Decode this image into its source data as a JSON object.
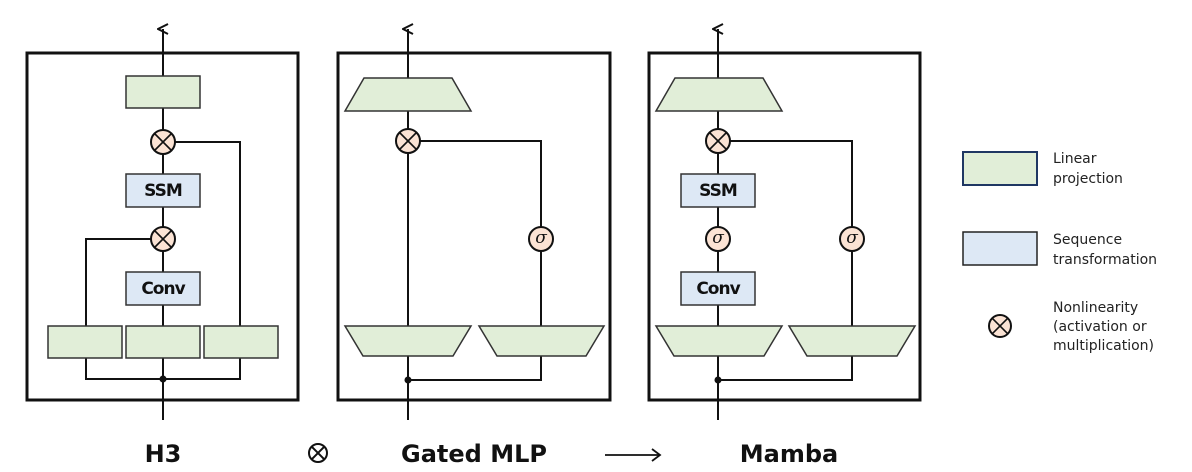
{
  "diagram": {
    "panels": [
      {
        "id": "h3",
        "title": "H3",
        "blocks": {
          "ssm": "SSM",
          "conv": "Conv"
        }
      },
      {
        "id": "gated-mlp",
        "title": "Gated MLP",
        "blocks": {
          "sigma": "σ"
        }
      },
      {
        "id": "mamba",
        "title": "Mamba",
        "blocks": {
          "ssm": "SSM",
          "conv": "Conv",
          "sigma1": "σ",
          "sigma2": "σ"
        }
      }
    ],
    "operators": {
      "combine": "⊗",
      "arrow": "⟶"
    },
    "legend": [
      {
        "kind": "linear",
        "line1": "Linear",
        "line2": "projection",
        "line3": ""
      },
      {
        "kind": "sequence",
        "line1": "Sequence",
        "line2": "transformation",
        "line3": ""
      },
      {
        "kind": "nonlinearity",
        "line1": "Nonlinearity",
        "line2": "(activation or",
        "line3": "multiplication)"
      }
    ],
    "colors": {
      "linear_projection": "#e1eed8",
      "sequence_transformation": "#dde8f5",
      "nonlinearity": "#fbe3d4"
    }
  }
}
